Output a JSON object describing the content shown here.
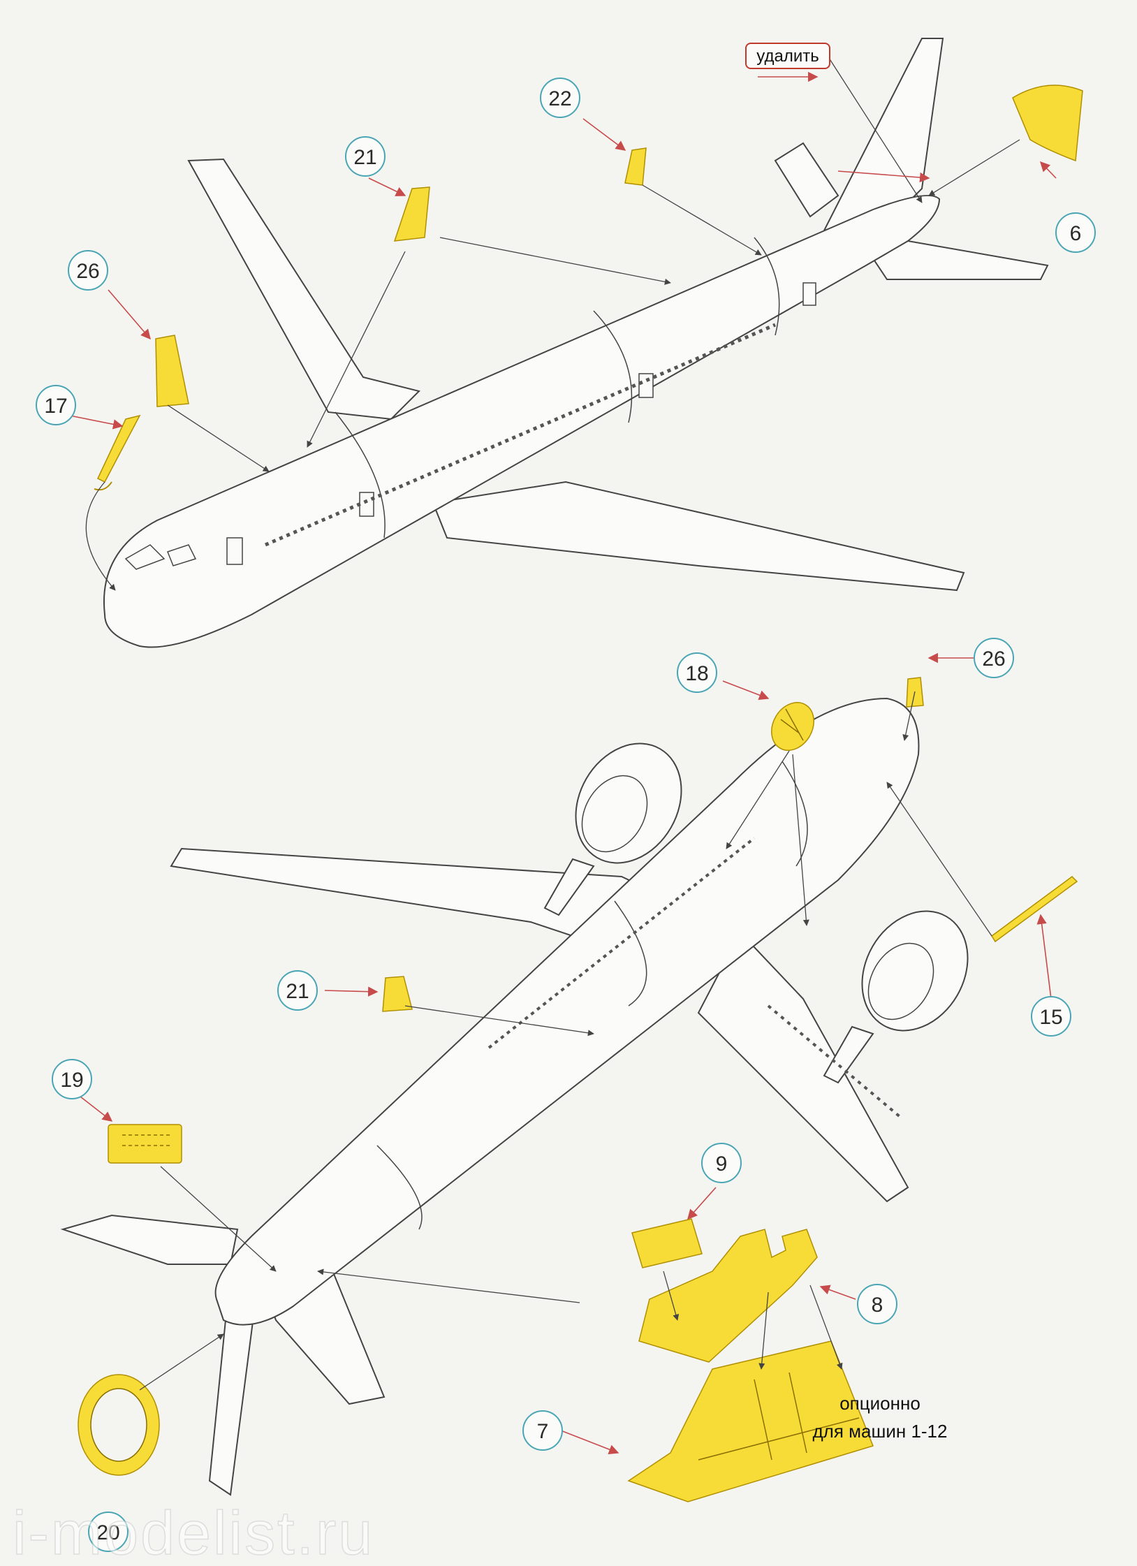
{
  "callouts": {
    "c6": "6",
    "c7": "7",
    "c8": "8",
    "c9": "9",
    "c15": "15",
    "c17": "17",
    "c18": "18",
    "c19": "19",
    "c20": "20",
    "c21a": "21",
    "c21b": "21",
    "c22": "22",
    "c26a": "26",
    "c26b": "26"
  },
  "labels": {
    "remove": "удалить",
    "optional_line1": "опционно",
    "optional_line2": "для машин 1-12"
  },
  "watermark": "i-modelist.ru",
  "colors": {
    "part_fill": "#f7dc37",
    "part_stroke": "#b08f00",
    "line": "#444444",
    "callout_ring": "#4aa5b5",
    "arrow_red": "#c84b4b",
    "remove_box": "#c0392b"
  }
}
